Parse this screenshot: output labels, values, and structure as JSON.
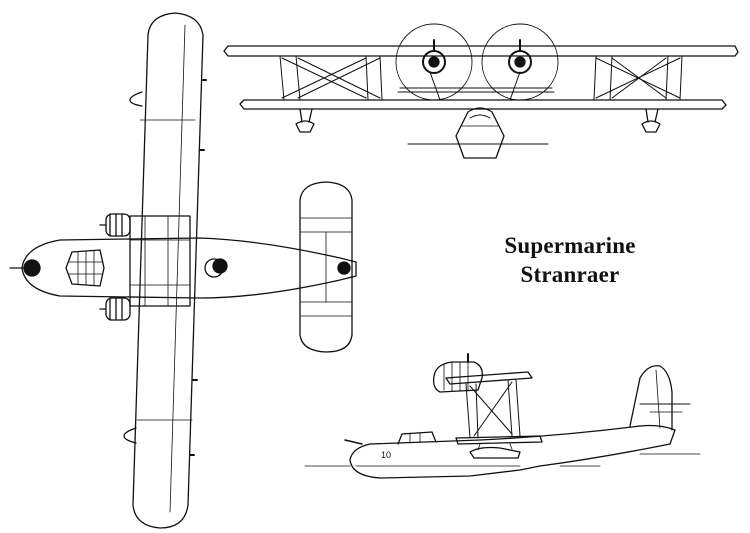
{
  "title": {
    "line1": "Supermarine",
    "line2": "Stranraer"
  },
  "side_view": {
    "hull_marking": "10"
  },
  "colors": {
    "ink": "#111111",
    "paper": "#ffffff"
  }
}
